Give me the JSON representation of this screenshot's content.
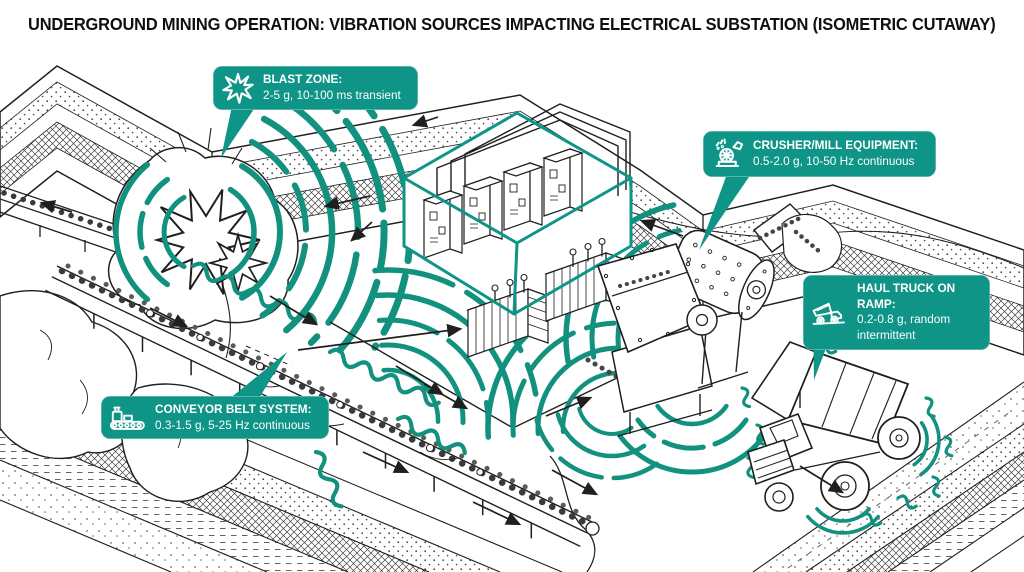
{
  "header": {
    "title": "UNDERGROUND MINING OPERATION: VIBRATION SOURCES IMPACTING ELECTRICAL SUBSTATION (ISOMETRIC CUTAWAY)"
  },
  "colors": {
    "accent_teal": "#0F9488",
    "wave_teal": "#12917F",
    "line_ink": "#1F1F1F",
    "background": "#FFFFFF"
  },
  "callouts": {
    "blast": {
      "icon": "explosion-icon",
      "title": "BLAST ZONE:",
      "detail": "2-5 g, 10-100 ms transient"
    },
    "crusher": {
      "icon": "crusher-mill-icon",
      "title": "CRUSHER/MILL EQUIPMENT:",
      "detail": "0.5-2.0 g, 10-50 Hz continuous"
    },
    "haul_truck": {
      "icon": "haul-truck-icon",
      "title": "HAUL TRUCK ON RAMP:",
      "detail": "0.2-0.8 g, random intermittent"
    },
    "conveyor": {
      "icon": "conveyor-belt-icon",
      "title": "CONVEYOR BELT SYSTEM:",
      "detail": "0.3-1.5 g, 5-25 Hz continuous"
    }
  }
}
